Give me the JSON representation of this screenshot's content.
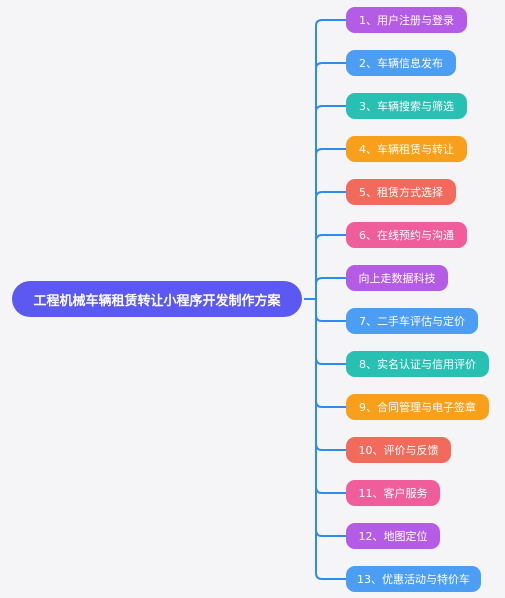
{
  "root": {
    "label": "工程机械车辆租赁转让小程序开发制作方案",
    "color": "#5b59f2"
  },
  "link_color": "#2d8cf0",
  "branches": [
    {
      "label": "1、用户注册与登录",
      "color": "#b45ce6"
    },
    {
      "label": "2、车辆信息发布",
      "color": "#4c9ef5"
    },
    {
      "label": "3、车辆搜索与筛选",
      "color": "#29c0b4"
    },
    {
      "label": "4、车辆租赁与转让",
      "color": "#f8a01c"
    },
    {
      "label": "5、租赁方式选择",
      "color": "#f26a5c"
    },
    {
      "label": "6、在线预约与沟通",
      "color": "#ef5d9a"
    },
    {
      "label": "向上走数据科技",
      "color": "#b45ce6"
    },
    {
      "label": "7、二手车评估与定价",
      "color": "#4c9ef5"
    },
    {
      "label": "8、实名认证与信用评价",
      "color": "#29c0b4"
    },
    {
      "label": "9、合同管理与电子签章",
      "color": "#f8a01c"
    },
    {
      "label": "10、评价与反馈",
      "color": "#f26a5c"
    },
    {
      "label": "11、客户服务",
      "color": "#ef5d9a"
    },
    {
      "label": "12、地图定位",
      "color": "#b45ce6"
    },
    {
      "label": "13、优惠活动与特价车",
      "color": "#4c9ef5"
    }
  ]
}
